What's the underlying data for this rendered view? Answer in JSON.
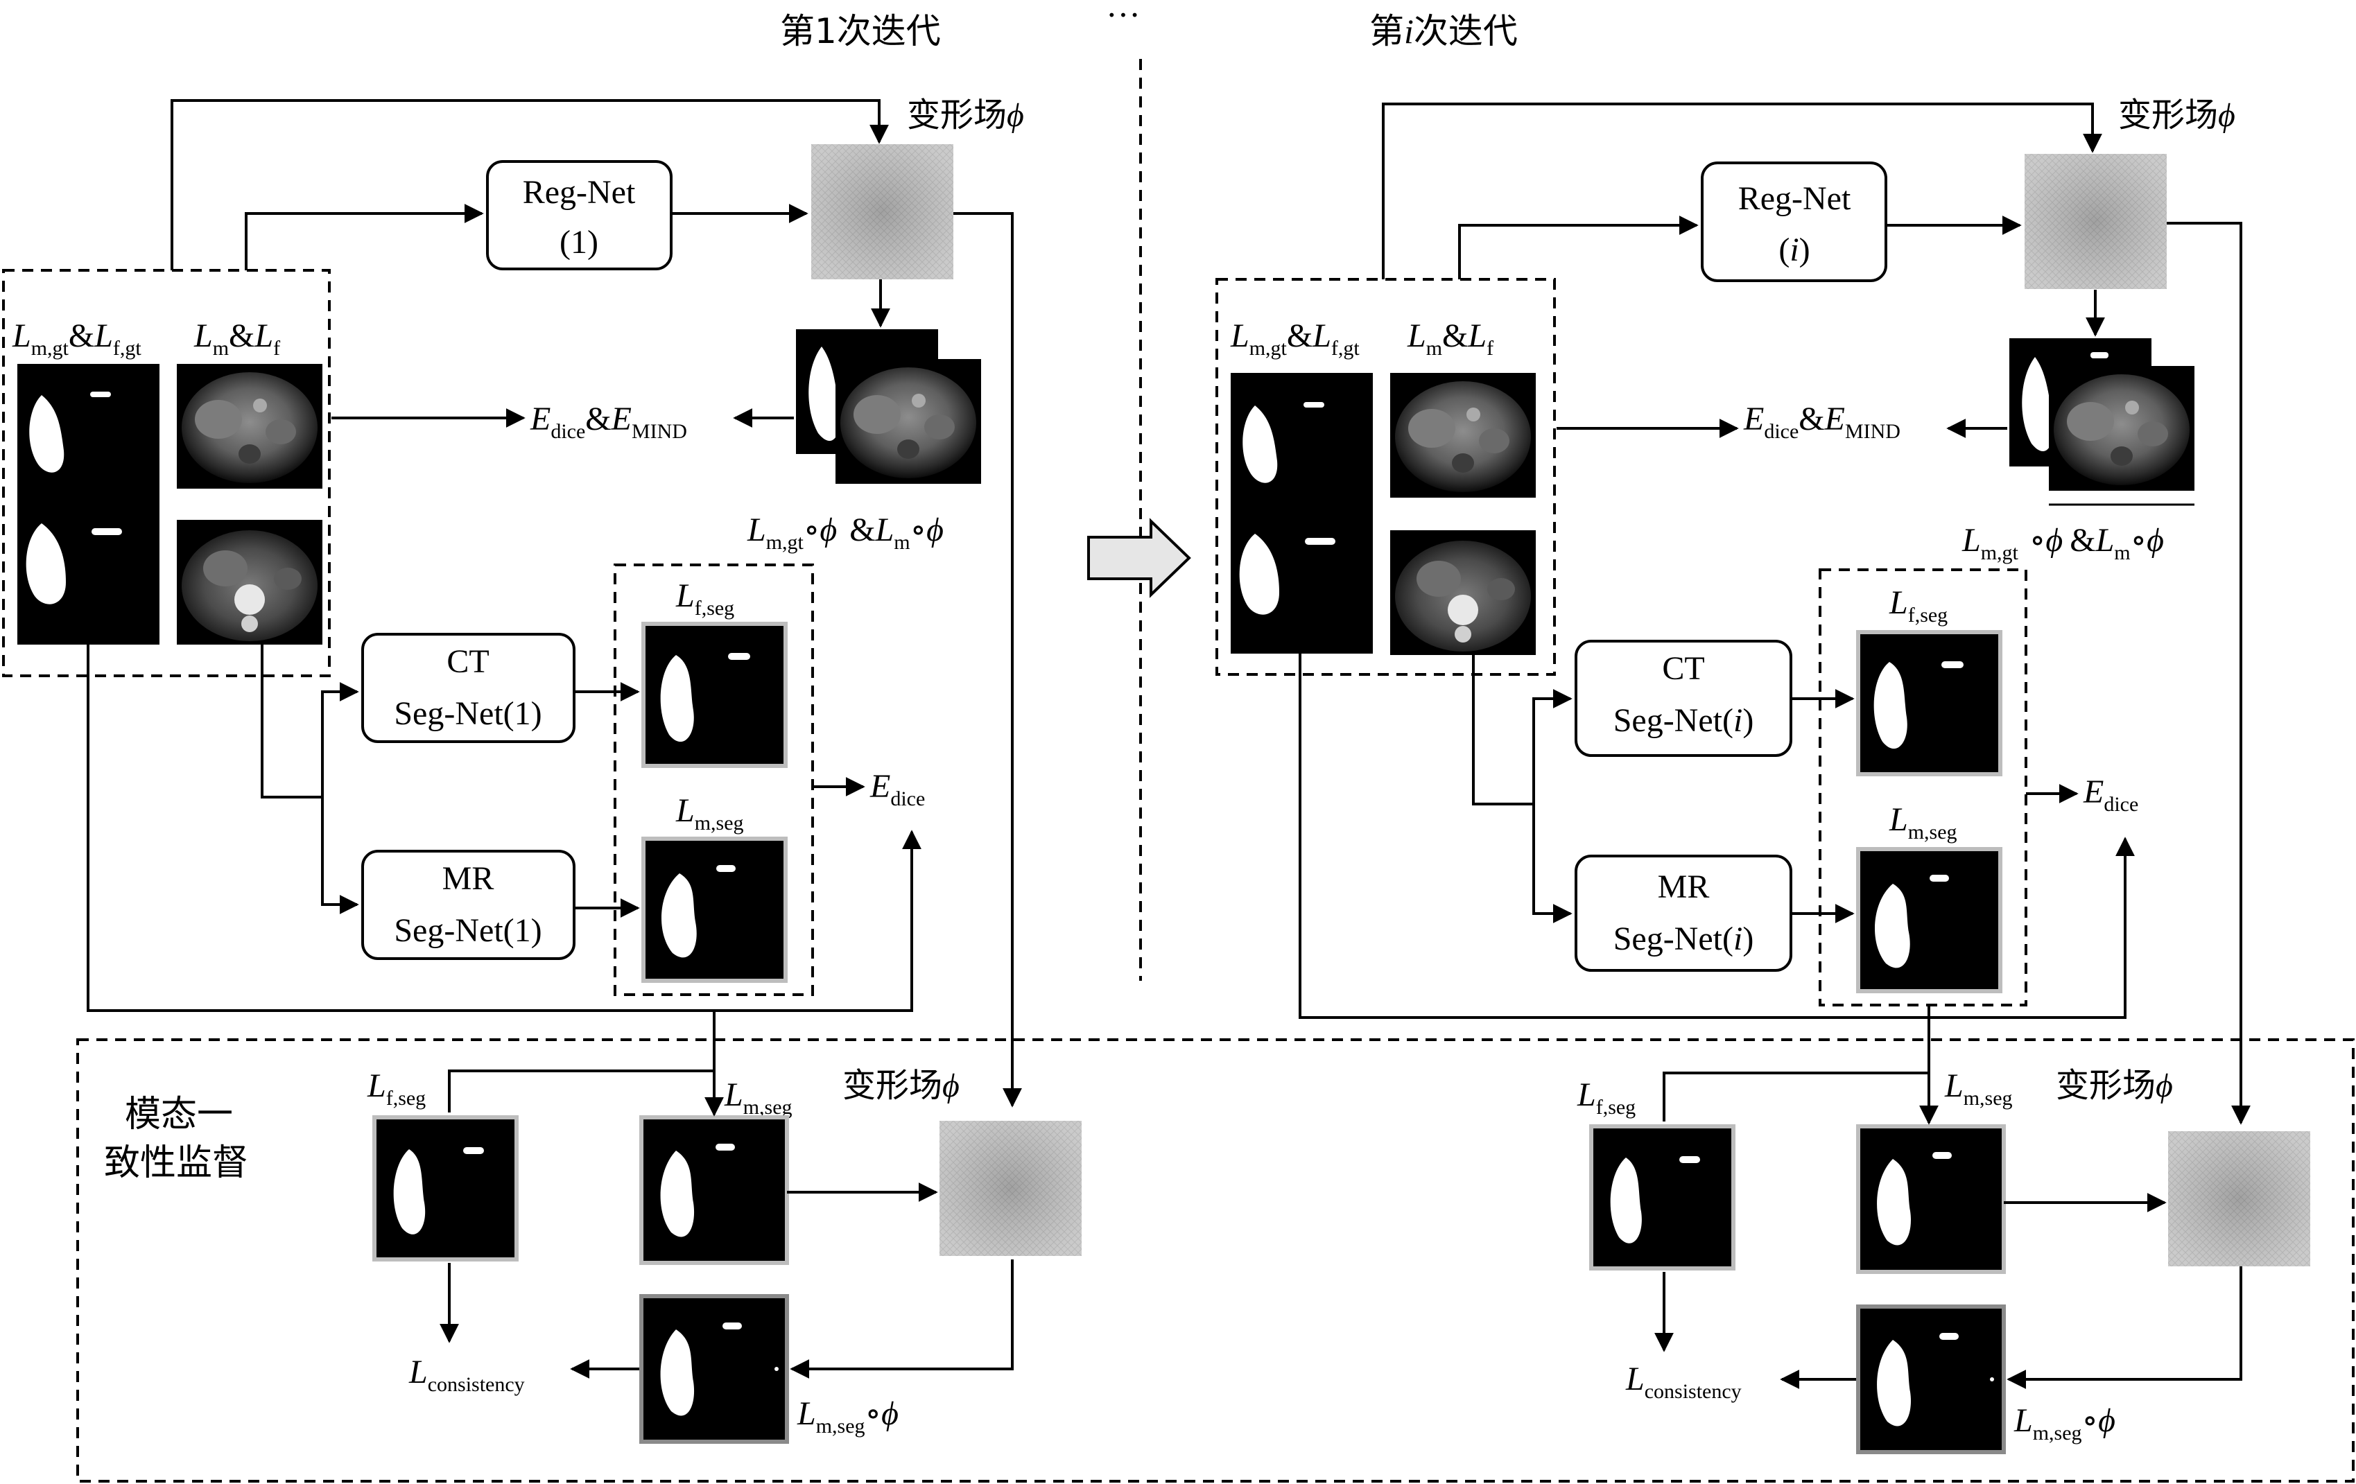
{
  "left": {
    "title": "第1次迭代",
    "deform_label": "变形场",
    "phi": "ϕ",
    "regnet": {
      "line1": "Reg-Net",
      "line2": "(1)"
    },
    "ct_segnet": {
      "line1": "CT",
      "line2": "Seg-Net(1)"
    },
    "mr_segnet": {
      "line1": "MR",
      "line2": "Seg-Net(1)"
    }
  },
  "right": {
    "title_pre": "第",
    "title_i": "i",
    "title_post": "次迭代",
    "deform_label": "变形场",
    "phi": "ϕ",
    "regnet": {
      "line1": "Reg-Net",
      "line2_pre": "(",
      "line2_i": "i",
      "line2_post": ")"
    },
    "ct_segnet": {
      "line1": "CT",
      "line2_pre": "Seg-Net(",
      "line2_i": "i",
      "line2_post": ")"
    },
    "mr_segnet": {
      "line1": "MR",
      "line2_pre": "Seg-Net(",
      "line2_i": "i",
      "line2_post": ")"
    }
  },
  "ellipsis": "···",
  "labels": {
    "L": "L",
    "E": "E",
    "amp": "&",
    "compose": "∘",
    "sub_mgt": "m,gt",
    "sub_fgt": "f,gt",
    "sub_m": "m",
    "sub_f": "f",
    "sub_fseg": "f,seg",
    "sub_mseg": "m,seg",
    "sub_dice": "dice",
    "sub_mind": "MIND",
    "sub_consistency": "consistency"
  },
  "consistency_section": {
    "line1": "模态一",
    "line2": "致性监督"
  }
}
